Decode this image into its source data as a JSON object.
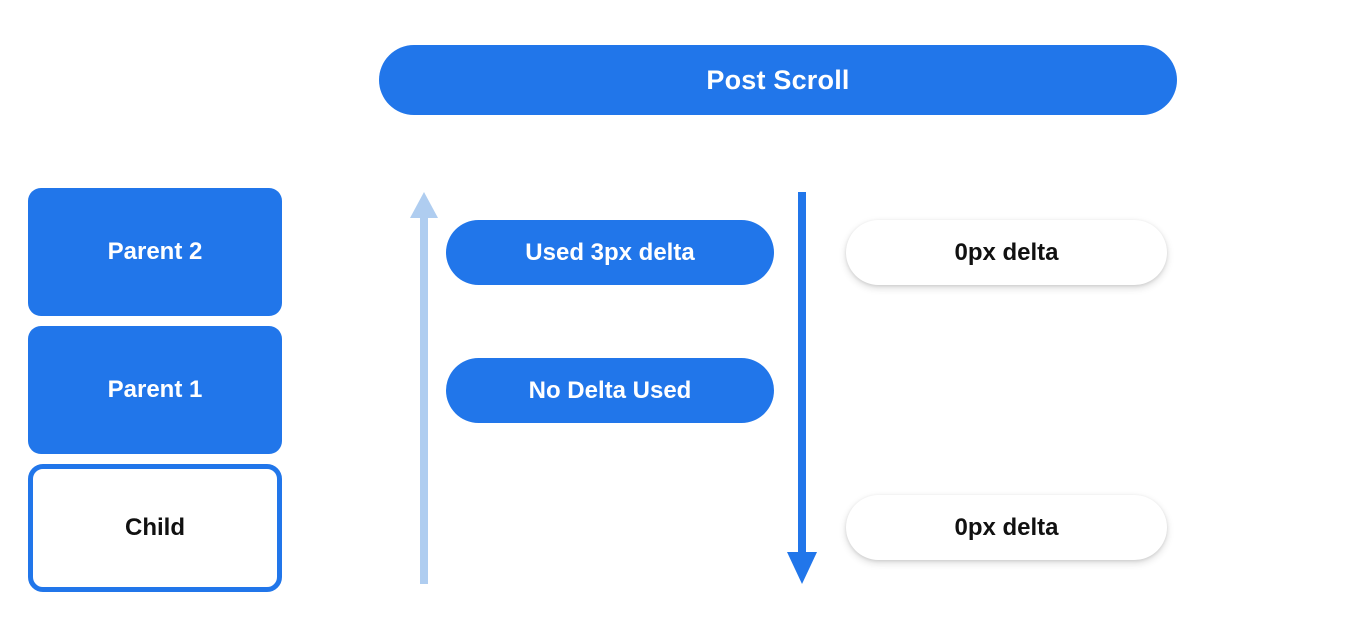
{
  "header": {
    "title": "Post Scroll",
    "accent_color": "#2176ea"
  },
  "colors": {
    "accent_blue": "#2176ea",
    "light_blue": "#afcdf0",
    "text_dark": "#111111",
    "text_light": "#ffffff",
    "background": "#ffffff"
  },
  "left_column": {
    "nodes": [
      {
        "label": "Parent 2",
        "style": "filled"
      },
      {
        "label": "Parent 1",
        "style": "filled"
      },
      {
        "label": "Child",
        "style": "outlined"
      }
    ]
  },
  "arrows": [
    {
      "icon": "arrow-up-icon",
      "direction": "up",
      "color": "#afcdf0"
    },
    {
      "icon": "arrow-down-icon",
      "direction": "down",
      "color": "#2176ea"
    }
  ],
  "center_column": {
    "pills": [
      {
        "label": "Used 3px delta"
      },
      {
        "label": "No Delta Used"
      }
    ]
  },
  "right_column": {
    "pills": [
      {
        "label": "0px delta"
      },
      {
        "label": "0px delta"
      }
    ]
  }
}
